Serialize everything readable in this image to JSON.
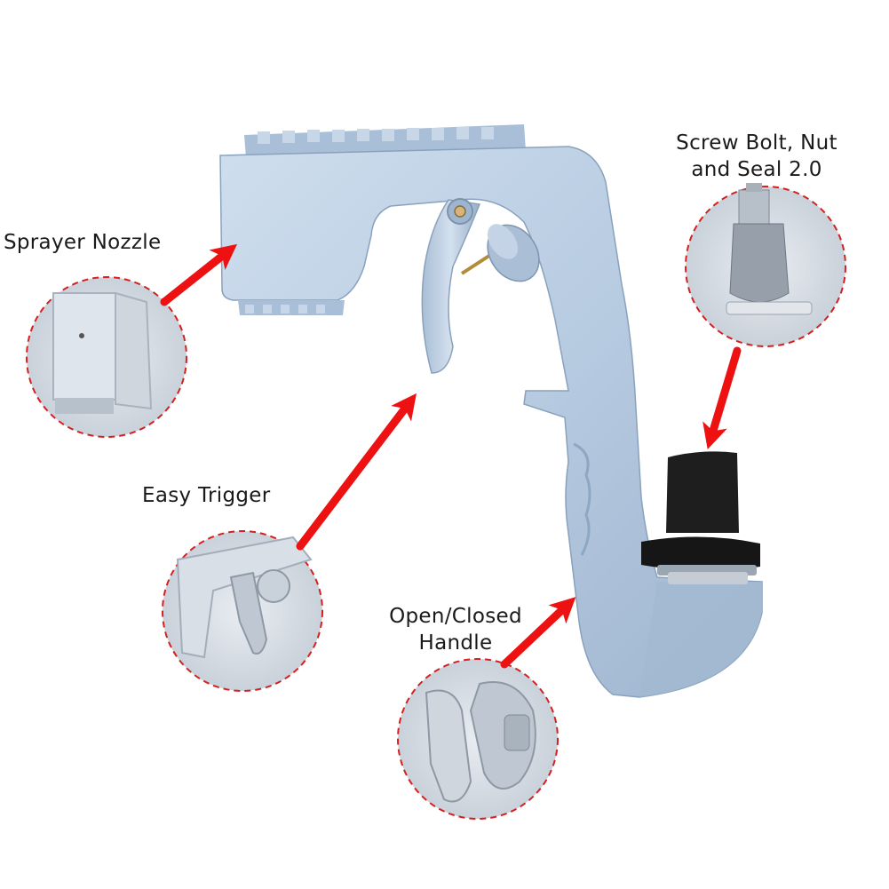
{
  "labels": {
    "sprayer_nozzle": "Sprayer Nozzle",
    "easy_trigger": "Easy Trigger",
    "screw_line1": "Screw Bolt, Nut",
    "screw_line2": "and Seal 2.0",
    "handle_line1": "Open/Closed",
    "handle_line2": "Handle"
  },
  "colors": {
    "arrow": "#ee1111",
    "dashed_circle": "#d42020",
    "body_metal": "#b9cde3",
    "body_shadow": "#8ea7c2",
    "seal": "#1c1c1c",
    "background": "#ffffff"
  }
}
